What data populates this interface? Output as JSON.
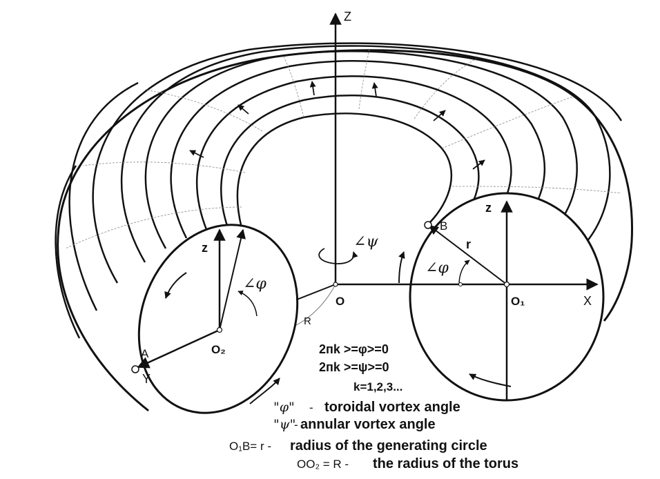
{
  "labels": {
    "z_main": "Z",
    "z_left": "z",
    "z_right": "z",
    "x_axis": "X",
    "y_axis": "Y",
    "origin": "O",
    "o1": "O₁",
    "o2": "O₂",
    "point_a": "A",
    "point_b": "B",
    "small_r": "r",
    "big_r": "R",
    "angle_psi": "∠ψ",
    "angle_phi_left": "∠φ",
    "angle_phi_right": "∠φ"
  },
  "formulas": {
    "line1": "2пk >=φ>=0",
    "line2": "2пk >=ψ>=0",
    "line3": "k=1,2,3..."
  },
  "legend": {
    "phi_symbol": "\"φ\"",
    "phi_dash": "-",
    "phi_text": "toroidal vortex angle",
    "psi_symbol": "\"ψ\"",
    "psi_dash": "-",
    "psi_text": "annular vortex angle",
    "r_prefix": "O₁B= r -",
    "r_text": "radius of the generating circle",
    "R_prefix": "OO₂ = R -",
    "R_text": "the radius of the torus"
  }
}
